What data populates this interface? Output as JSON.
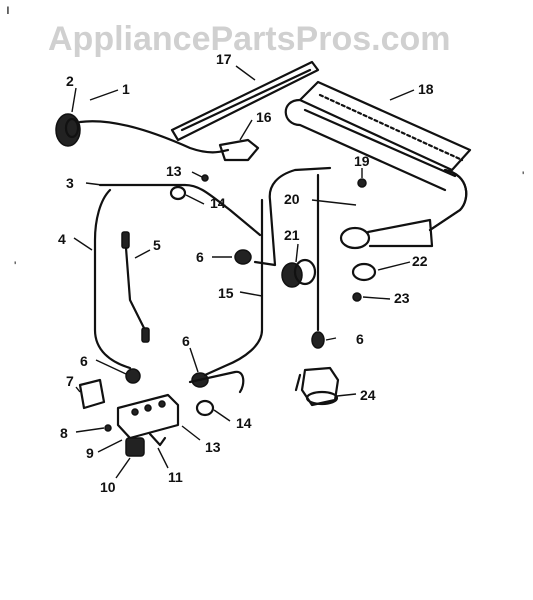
{
  "watermark": "AppliancePartsPros.com",
  "corner_mark": "ı",
  "callouts": [
    {
      "id": "c1",
      "label": "1"
    },
    {
      "id": "c2",
      "label": "2"
    },
    {
      "id": "c3",
      "label": "3"
    },
    {
      "id": "c4",
      "label": "4"
    },
    {
      "id": "c5",
      "label": "5"
    },
    {
      "id": "c6a",
      "label": "6"
    },
    {
      "id": "c6b",
      "label": "6"
    },
    {
      "id": "c6c",
      "label": "6"
    },
    {
      "id": "c6d",
      "label": "6"
    },
    {
      "id": "c7",
      "label": "7"
    },
    {
      "id": "c8",
      "label": "8"
    },
    {
      "id": "c9",
      "label": "9"
    },
    {
      "id": "c10",
      "label": "10"
    },
    {
      "id": "c11",
      "label": "11"
    },
    {
      "id": "c13a",
      "label": "13"
    },
    {
      "id": "c13b",
      "label": "13"
    },
    {
      "id": "c14a",
      "label": "14"
    },
    {
      "id": "c14b",
      "label": "14"
    },
    {
      "id": "c15",
      "label": "15"
    },
    {
      "id": "c16",
      "label": "16"
    },
    {
      "id": "c17",
      "label": "17"
    },
    {
      "id": "c18",
      "label": "18"
    },
    {
      "id": "c19",
      "label": "19"
    },
    {
      "id": "c20",
      "label": "20"
    },
    {
      "id": "c21",
      "label": "21"
    },
    {
      "id": "c22",
      "label": "22"
    },
    {
      "id": "c23",
      "label": "23"
    },
    {
      "id": "c24",
      "label": "24"
    }
  ]
}
